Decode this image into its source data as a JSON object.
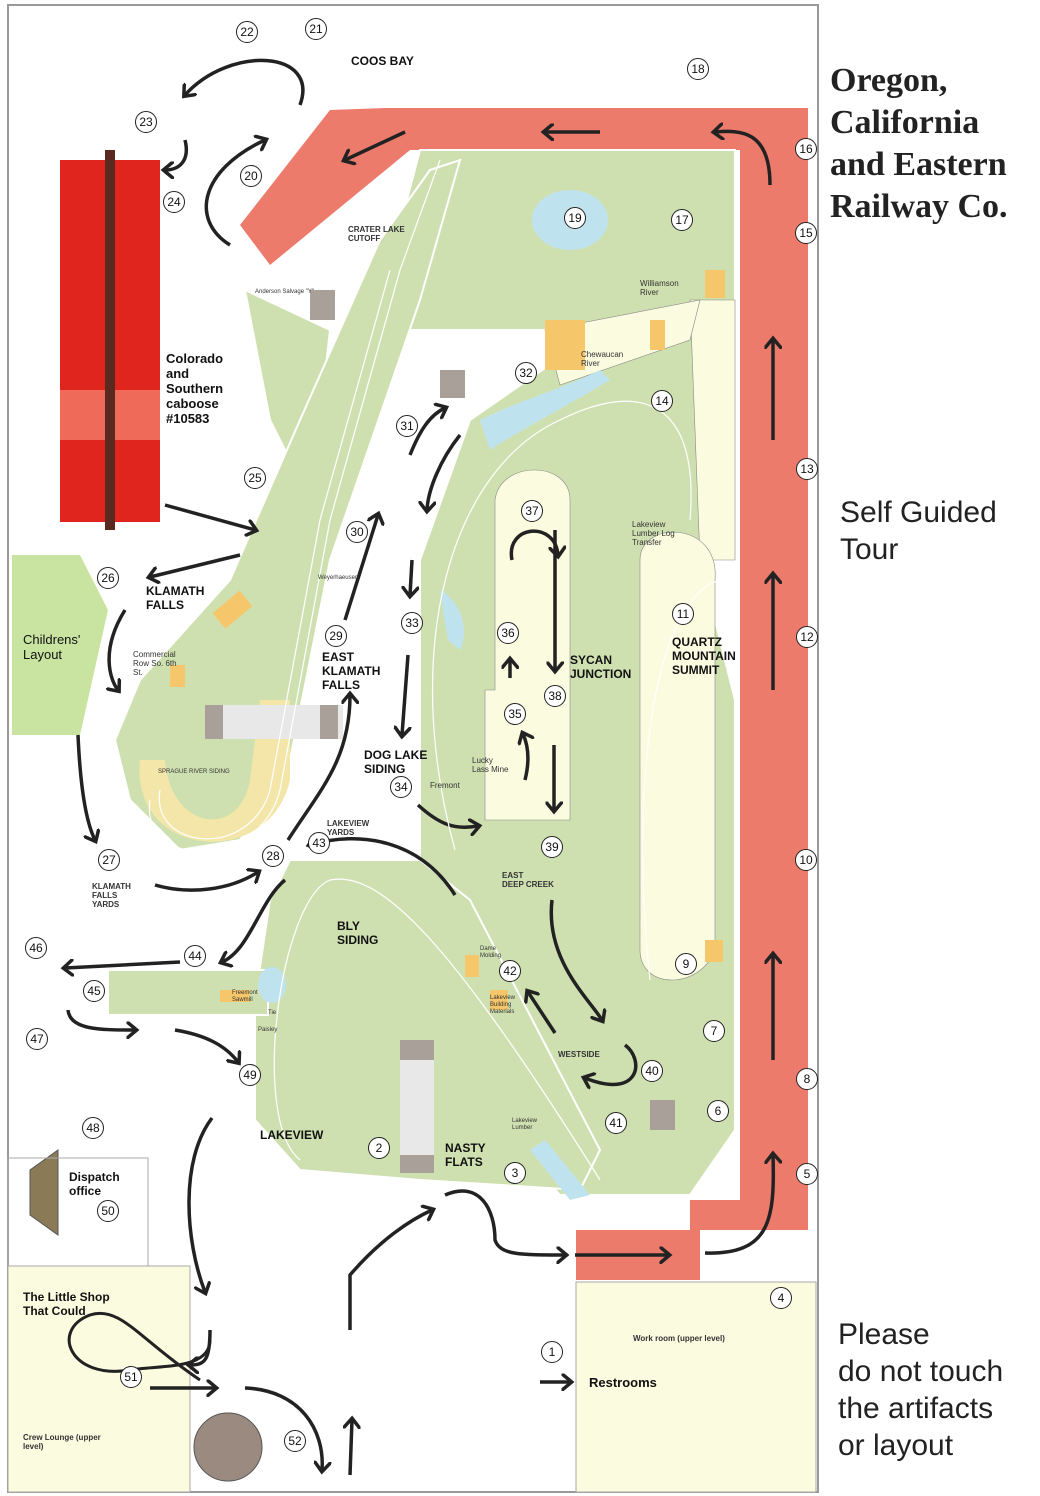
{
  "title": "Oregon,\nCalifornia\nand Eastern\nRailway Co.",
  "subtitle": "Self Guided\nTour",
  "notice": "Please\ndo not touch\nthe artifacts\nor layout",
  "colors": {
    "aisle": "#ec7b6b",
    "layout": "#cfe0b0",
    "water": "#bfe3ee",
    "building": "#f5c66a",
    "caboose": "#e0251f",
    "childrens_layout": "#c9e4a0",
    "room": "#fbfbe0"
  },
  "labels": {
    "coos_bay": "COOS BAY",
    "crater_lake": "CRATER LAKE\nCUTOFF",
    "anderson": "Anderson Salvage \"Y\"",
    "williamson": "Williamson\nRiver",
    "chewaucan": "Chewaucan\nRiver",
    "caboose": "Colorado\nand\nSouthern\ncaboose\n#10583",
    "klamath_falls": "KLAMATH\nFALLS",
    "commercial_row": "Commercial\nRow So. 6th\nSt.",
    "childrens": "Childrens'\nLayout",
    "east_klamath": "EAST\nKLAMATH\nFALLS",
    "sprague": "SPRAGUE RIVER SIDING",
    "weyerhaeuser": "Weyerhaeuser",
    "dog_lake": "DOG LAKE\nSIDING",
    "lucky_lass": "Lucky\nLass Mine",
    "fremont": "Fremont",
    "sycan": "SYCAN\nJUNCTION",
    "quartz": "QUARTZ\nMOUNTAIN\nSUMMIT",
    "log_transfer": "Lakeview\nLumber Log\nTransfer",
    "lakeview_yards": "LAKEVIEW\nYARDS",
    "klamath_yards": "KLAMATH\nFALLS\nYARDS",
    "east_deep_creek": "EAST\nDEEP CREEK",
    "bly": "BLY\nSIDING",
    "dame": "Dame\nMolding",
    "building_materials": "Lakeview\nBuilding\nMaterials",
    "sawmill": "Freemont\nSawmill",
    "tie": "Tie",
    "paisley": "Paisley",
    "lakeview_lumber": "Lakeview\nLumber",
    "westside": "WESTSIDE",
    "lakeview": "LAKEVIEW",
    "nasty_flats": "NASTY\nFLATS",
    "dispatch": "Dispatch\noffice",
    "little_shop": "The Little Shop\nThat Could",
    "crew_lounge": "Crew Lounge (upper\nlevel)",
    "work_room": "Work room (upper level)",
    "restrooms": "Restrooms"
  },
  "stops": [
    "1",
    "2",
    "3",
    "4",
    "5",
    "6",
    "7",
    "8",
    "9",
    "10",
    "11",
    "12",
    "13",
    "14",
    "15",
    "16",
    "17",
    "18",
    "19",
    "20",
    "21",
    "22",
    "23",
    "24",
    "25",
    "26",
    "27",
    "28",
    "29",
    "30",
    "31",
    "32",
    "33",
    "34",
    "35",
    "36",
    "37",
    "38",
    "39",
    "40",
    "41",
    "42",
    "43",
    "44",
    "45",
    "46",
    "47",
    "48",
    "49",
    "50",
    "51",
    "52"
  ]
}
